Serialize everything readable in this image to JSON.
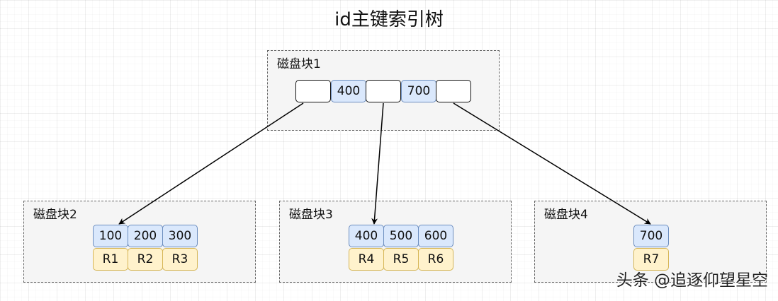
{
  "title": "id主键索引树",
  "root": {
    "label": "磁盘块1",
    "keys": [
      "400",
      "700"
    ]
  },
  "leaves": [
    {
      "label": "磁盘块2",
      "keys": [
        "100",
        "200",
        "300"
      ],
      "rows": [
        "R1",
        "R2",
        "R3"
      ]
    },
    {
      "label": "磁盘块3",
      "keys": [
        "400",
        "500",
        "600"
      ],
      "rows": [
        "R4",
        "R5",
        "R6"
      ]
    },
    {
      "label": "磁盘块4",
      "keys": [
        "700"
      ],
      "rows": [
        "R7"
      ]
    }
  ],
  "watermark": "头条 @追逐仰望星空",
  "colors": {
    "key_fill": "#dae8fc",
    "key_border": "#6c8ebf",
    "row_fill": "#fff2cc",
    "row_border": "#d6b656",
    "block_fill": "#f5f5f5"
  }
}
